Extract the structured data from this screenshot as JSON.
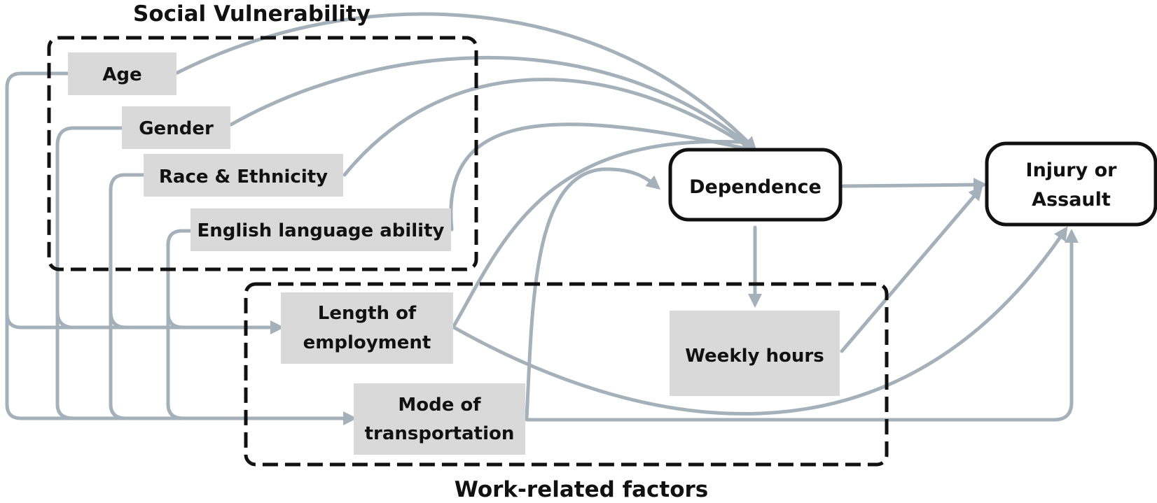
{
  "groups": {
    "social_vulnerability": "Social Vulnerability",
    "work_related_factors": "Work-related factors"
  },
  "nodes": {
    "age": "Age",
    "gender": "Gender",
    "race_ethnicity": "Race & Ethnicity",
    "english_language_ability": "English language ability",
    "length_of_employment": [
      "Length of",
      "employment"
    ],
    "mode_of_transportation": [
      "Mode of",
      "transportation"
    ],
    "weekly_hours": "Weekly hours",
    "dependence": "Dependence",
    "injury_or_assault": [
      "Injury or",
      "Assault"
    ]
  },
  "colors": {
    "arrow": "#a4b1ba",
    "factor_box_fill": "#d9d9d9",
    "outline": "#111111"
  }
}
